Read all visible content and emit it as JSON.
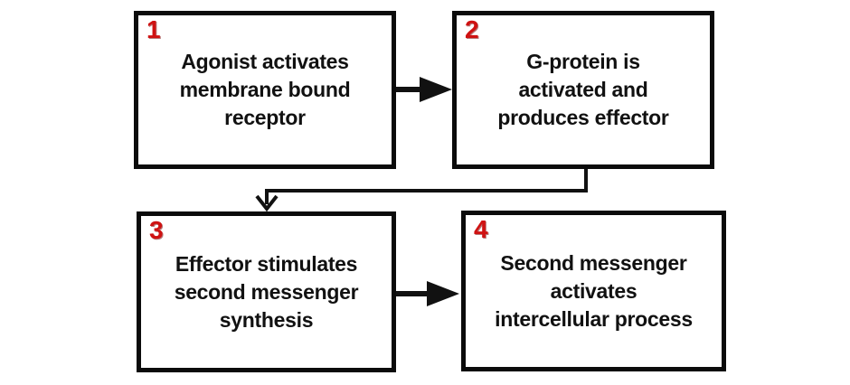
{
  "diagram": {
    "type": "flowchart",
    "background_color": "#ffffff",
    "box_border_color": "#0b0b0b",
    "text_color": "#111111",
    "step_number_color": "#cf1212",
    "arrow_color": "#111111",
    "steps": [
      {
        "number": "1",
        "lines": [
          "Agonist activates",
          "membrane bound",
          "receptor"
        ]
      },
      {
        "number": "2",
        "lines": [
          "G-protein is",
          "activated and",
          "produces effector"
        ]
      },
      {
        "number": "3",
        "lines": [
          "Effector stimulates",
          "second messenger",
          "synthesis"
        ]
      },
      {
        "number": "4",
        "lines": [
          "Second messenger",
          "activates",
          "intercellular process"
        ]
      }
    ],
    "connectors": [
      {
        "from": "step-1",
        "to": "step-2",
        "direction": "right",
        "head": "solid-triangle"
      },
      {
        "from": "step-2",
        "to": "step-3",
        "direction": "down-left-down-elbow",
        "head": "open-chevron"
      },
      {
        "from": "step-3",
        "to": "step-4",
        "direction": "right",
        "head": "solid-triangle"
      }
    ]
  }
}
